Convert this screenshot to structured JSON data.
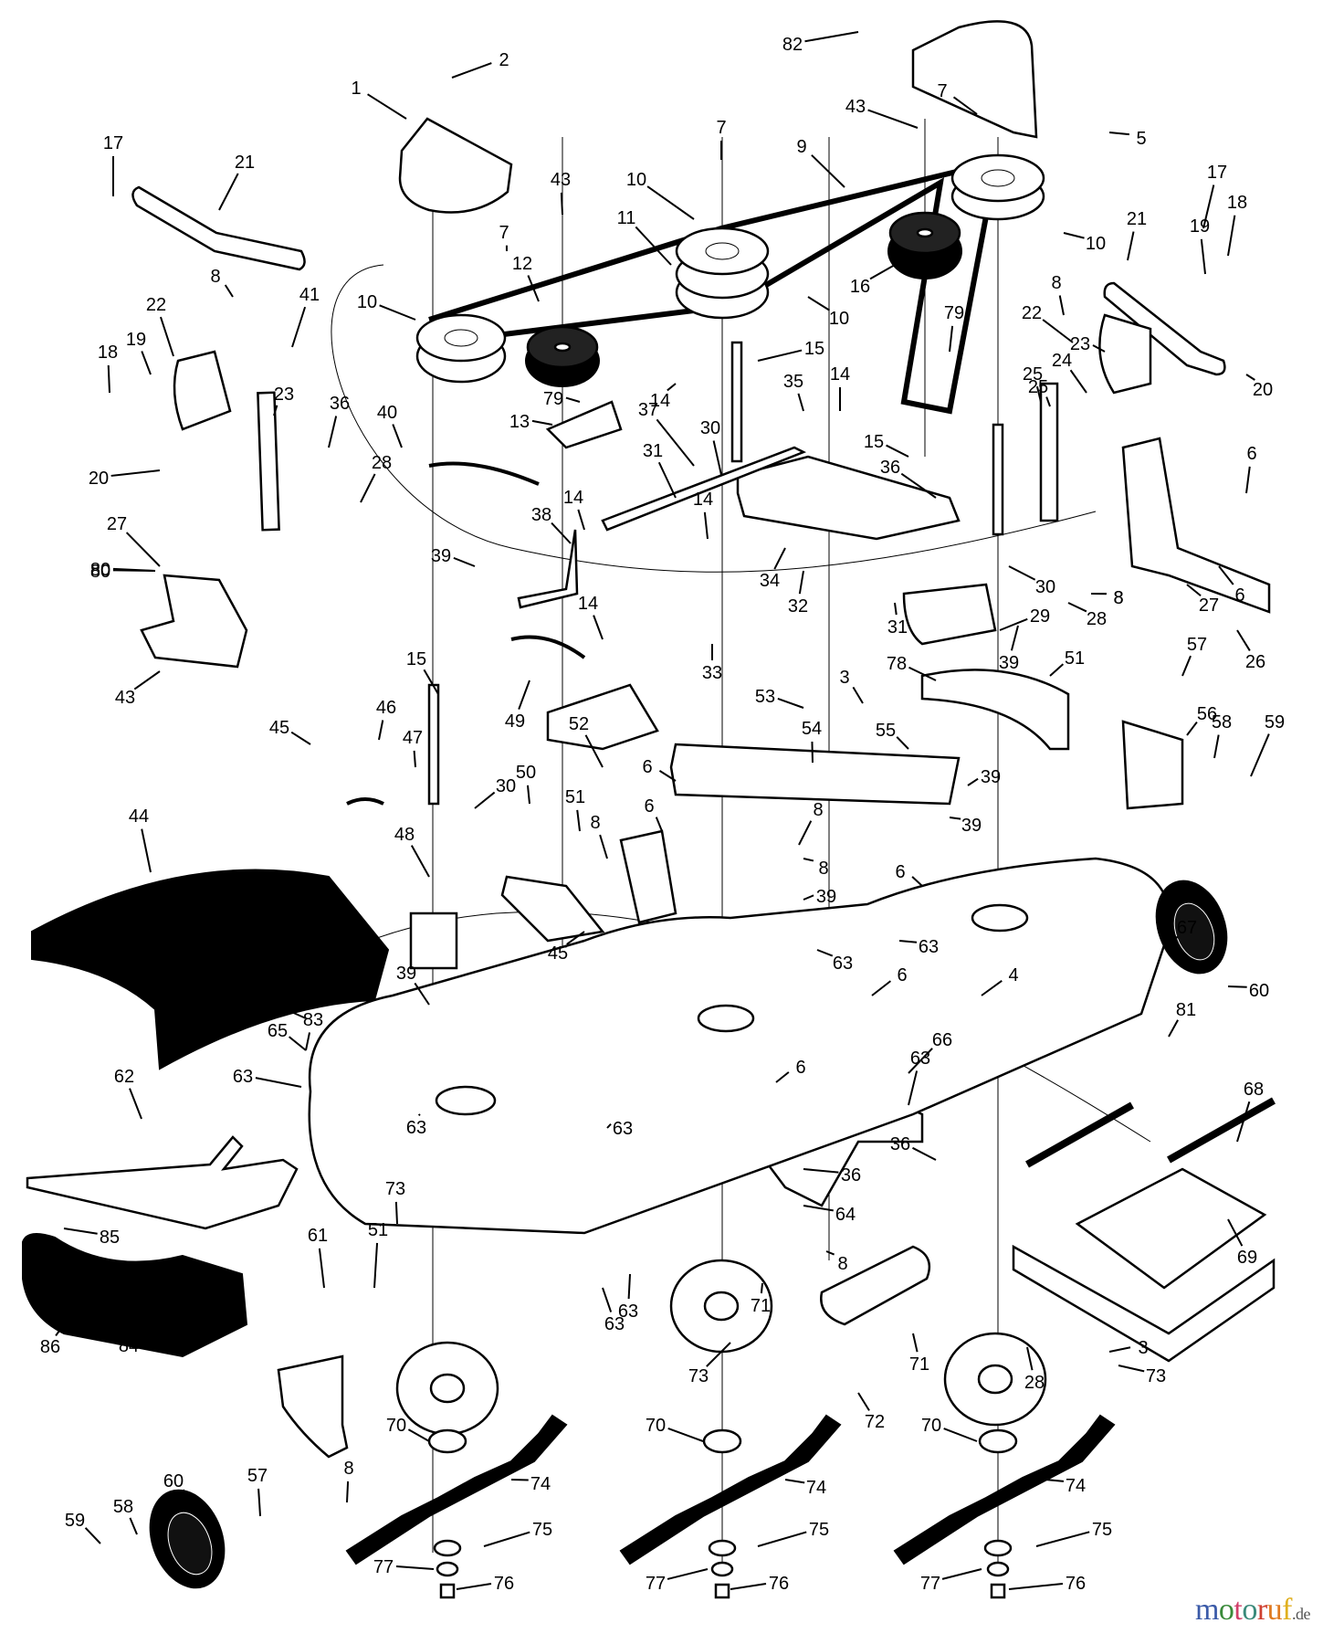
{
  "diagram": {
    "title": "Mower deck exploded parts diagram",
    "callouts": [
      {
        "label": "1"
      },
      {
        "label": "2"
      },
      {
        "label": "82"
      },
      {
        "label": "5"
      },
      {
        "label": "7"
      },
      {
        "label": "43"
      },
      {
        "label": "7"
      },
      {
        "label": "9"
      },
      {
        "label": "10"
      },
      {
        "label": "11"
      },
      {
        "label": "43"
      },
      {
        "label": "17"
      },
      {
        "label": "21"
      },
      {
        "label": "17"
      },
      {
        "label": "18"
      },
      {
        "label": "21"
      },
      {
        "label": "19"
      },
      {
        "label": "10"
      },
      {
        "label": "10"
      },
      {
        "label": "12"
      },
      {
        "label": "7"
      },
      {
        "label": "8"
      },
      {
        "label": "41"
      },
      {
        "label": "10"
      },
      {
        "label": "16"
      },
      {
        "label": "8"
      },
      {
        "label": "22"
      },
      {
        "label": "79"
      },
      {
        "label": "22"
      },
      {
        "label": "19"
      },
      {
        "label": "15"
      },
      {
        "label": "23"
      },
      {
        "label": "24"
      },
      {
        "label": "20"
      },
      {
        "label": "18"
      },
      {
        "label": "79"
      },
      {
        "label": "14"
      },
      {
        "label": "14"
      },
      {
        "label": "35"
      },
      {
        "label": "25"
      },
      {
        "label": "13"
      },
      {
        "label": "23"
      },
      {
        "label": "25"
      },
      {
        "label": "20"
      },
      {
        "label": "37"
      },
      {
        "label": "30"
      },
      {
        "label": "40"
      },
      {
        "label": "15"
      },
      {
        "label": "80"
      },
      {
        "label": "36"
      },
      {
        "label": "36"
      },
      {
        "label": "28"
      },
      {
        "label": "31"
      },
      {
        "label": "6"
      },
      {
        "label": "27"
      },
      {
        "label": "38"
      },
      {
        "label": "14"
      },
      {
        "label": "14"
      },
      {
        "label": "80"
      },
      {
        "label": "39"
      },
      {
        "label": "34"
      },
      {
        "label": "30"
      },
      {
        "label": "8"
      },
      {
        "label": "27"
      },
      {
        "label": "8"
      },
      {
        "label": "32"
      },
      {
        "label": "31"
      },
      {
        "label": "28"
      },
      {
        "label": "29"
      },
      {
        "label": "6"
      },
      {
        "label": "26"
      },
      {
        "label": "14"
      },
      {
        "label": "39"
      },
      {
        "label": "51"
      },
      {
        "label": "57"
      },
      {
        "label": "43"
      },
      {
        "label": "15"
      },
      {
        "label": "33"
      },
      {
        "label": "49"
      },
      {
        "label": "53"
      },
      {
        "label": "78"
      },
      {
        "label": "3"
      },
      {
        "label": "56"
      },
      {
        "label": "59"
      },
      {
        "label": "55"
      },
      {
        "label": "39"
      },
      {
        "label": "54"
      },
      {
        "label": "58"
      },
      {
        "label": "45"
      },
      {
        "label": "46"
      },
      {
        "label": "47"
      },
      {
        "label": "30"
      },
      {
        "label": "52"
      },
      {
        "label": "6"
      },
      {
        "label": "39"
      },
      {
        "label": "44"
      },
      {
        "label": "50"
      },
      {
        "label": "51"
      },
      {
        "label": "8"
      },
      {
        "label": "6"
      },
      {
        "label": "8"
      },
      {
        "label": "48"
      },
      {
        "label": "8"
      },
      {
        "label": "6"
      },
      {
        "label": "39"
      },
      {
        "label": "63"
      },
      {
        "label": "60"
      },
      {
        "label": "45"
      },
      {
        "label": "63"
      },
      {
        "label": "39"
      },
      {
        "label": "6"
      },
      {
        "label": "4"
      },
      {
        "label": "51"
      },
      {
        "label": "67"
      },
      {
        "label": "65"
      },
      {
        "label": "66"
      },
      {
        "label": "81"
      },
      {
        "label": "83"
      },
      {
        "label": "62"
      },
      {
        "label": "63"
      },
      {
        "label": "6"
      },
      {
        "label": "68"
      },
      {
        "label": "63"
      },
      {
        "label": "63"
      },
      {
        "label": "63"
      },
      {
        "label": "85"
      },
      {
        "label": "36"
      },
      {
        "label": "36"
      },
      {
        "label": "69"
      },
      {
        "label": "61"
      },
      {
        "label": "73"
      },
      {
        "label": "64"
      },
      {
        "label": "51"
      },
      {
        "label": "8"
      },
      {
        "label": "63"
      },
      {
        "label": "63"
      },
      {
        "label": "71"
      },
      {
        "label": "3"
      },
      {
        "label": "73"
      },
      {
        "label": "73"
      },
      {
        "label": "86"
      },
      {
        "label": "84"
      },
      {
        "label": "60"
      },
      {
        "label": "57"
      },
      {
        "label": "72"
      },
      {
        "label": "71"
      },
      {
        "label": "28"
      },
      {
        "label": "70"
      },
      {
        "label": "70"
      },
      {
        "label": "70"
      },
      {
        "label": "8"
      },
      {
        "label": "58"
      },
      {
        "label": "74"
      },
      {
        "label": "74"
      },
      {
        "label": "74"
      },
      {
        "label": "59"
      },
      {
        "label": "75"
      },
      {
        "label": "75"
      },
      {
        "label": "75"
      },
      {
        "label": "77"
      },
      {
        "label": "76"
      },
      {
        "label": "77"
      },
      {
        "label": "76"
      },
      {
        "label": "77"
      },
      {
        "label": "76"
      }
    ]
  },
  "watermark": {
    "letters": [
      {
        "ch": "m",
        "color": "#3a5aa8"
      },
      {
        "ch": "o",
        "color": "#3a8a3a"
      },
      {
        "ch": "t",
        "color": "#d0406a"
      },
      {
        "ch": "o",
        "color": "#3a8a7a"
      },
      {
        "ch": "r",
        "color": "#d04030"
      },
      {
        "ch": "u",
        "color": "#e07a20"
      },
      {
        "ch": "f",
        "color": "#e0b020"
      }
    ],
    "suffix": ".de"
  }
}
